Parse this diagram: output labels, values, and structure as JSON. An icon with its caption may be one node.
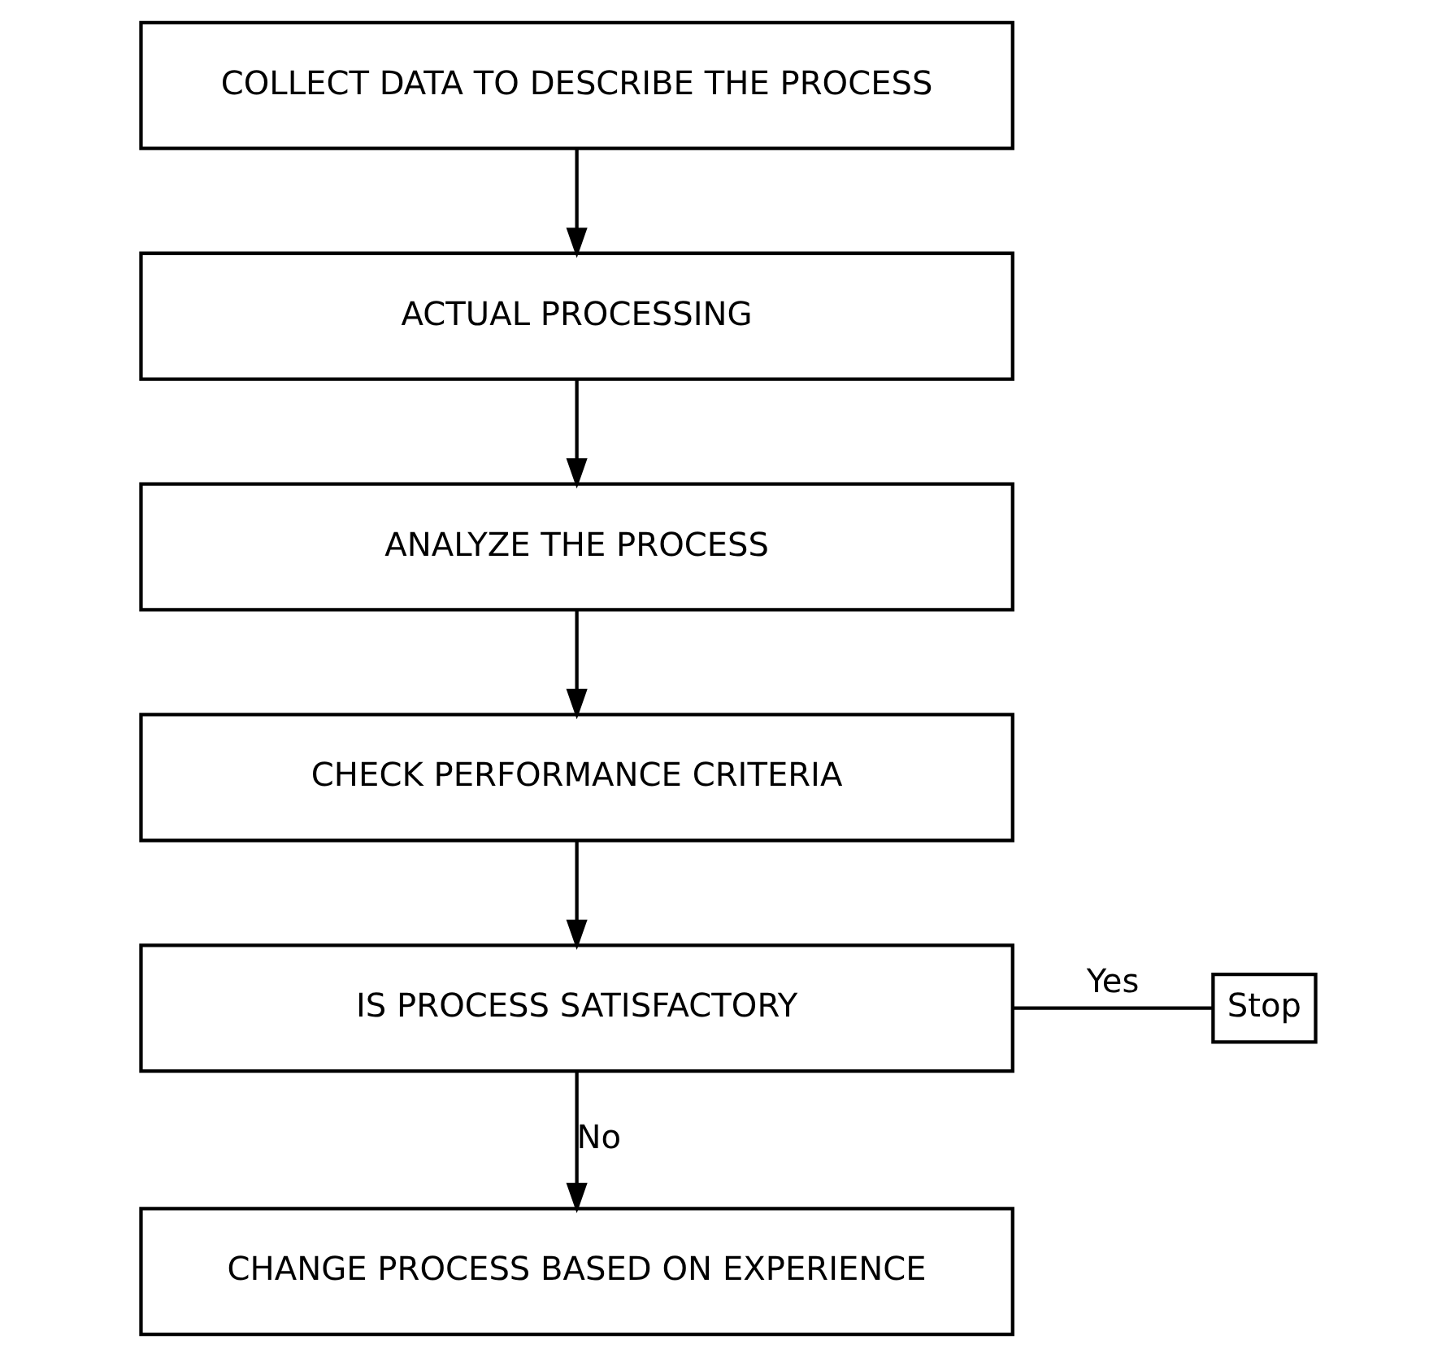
{
  "diagram": {
    "nodes": [
      {
        "text": [
          "COLLECT DATA TO DESCRIBE THE PROCESS"
        ]
      },
      {
        "text": [
          "ACTUAL PROCESSING"
        ]
      },
      {
        "text": [
          "ANALYZE THE PROCESS"
        ]
      },
      {
        "text": [
          "CHECK PERFORMANCE CRITERIA"
        ]
      },
      {
        "text": [
          "IS PROCESS SATISFACTORY"
        ]
      },
      {
        "text": [
          "CHANGE PROCESS BASED ON EXPERIENCE"
        ]
      },
      {
        "text": [
          "Stop"
        ]
      }
    ],
    "edges": [
      {
        "from": 0,
        "to": 1,
        "arrow": "to"
      },
      {
        "from": 1,
        "to": 2,
        "arrow": "to"
      },
      {
        "from": 2,
        "to": 3,
        "arrow": "to"
      },
      {
        "from": 3,
        "to": 4,
        "arrow": "to"
      },
      {
        "from": 4,
        "to": 6,
        "arrow": "none",
        "label": "Yes"
      },
      {
        "from": 4,
        "to": 5,
        "arrow": "to",
        "label": "No"
      }
    ]
  }
}
